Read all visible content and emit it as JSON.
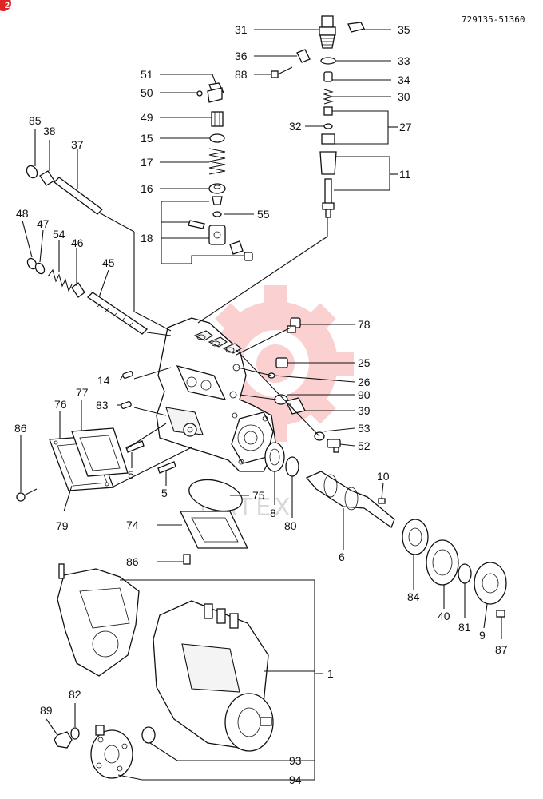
{
  "badge": "2",
  "part_number": "729135-51360",
  "watermark": {
    "text": "JIATEX",
    "color": "#f05a5a"
  },
  "callouts": {
    "c1": "1",
    "c5a": "5",
    "c5b": "5",
    "c6": "6",
    "c8": "8",
    "c9": "9",
    "c10": "10",
    "c11": "11",
    "c14": "14",
    "c15": "15",
    "c16": "16",
    "c17": "17",
    "c18": "18",
    "c25": "25",
    "c26": "26",
    "c27": "27",
    "c30": "30",
    "c31": "31",
    "c32": "32",
    "c33": "33",
    "c34": "34",
    "c35": "35",
    "c36": "36",
    "c37": "37",
    "c38": "38",
    "c39": "39",
    "c40": "40",
    "c45": "45",
    "c46": "46",
    "c47": "47",
    "c48": "48",
    "c49": "49",
    "c50": "50",
    "c51": "51",
    "c52": "52",
    "c53": "53",
    "c54": "54",
    "c55": "55",
    "c74": "74",
    "c75": "75",
    "c76": "76",
    "c77": "77",
    "c78": "78",
    "c79": "79",
    "c80": "80",
    "c81": "81",
    "c82": "82",
    "c83": "83",
    "c84": "84",
    "c85": "85",
    "c86a": "86",
    "c86b": "86",
    "c87": "87",
    "c88": "88",
    "c89": "89",
    "c90": "90",
    "c93": "93",
    "c94": "94"
  }
}
